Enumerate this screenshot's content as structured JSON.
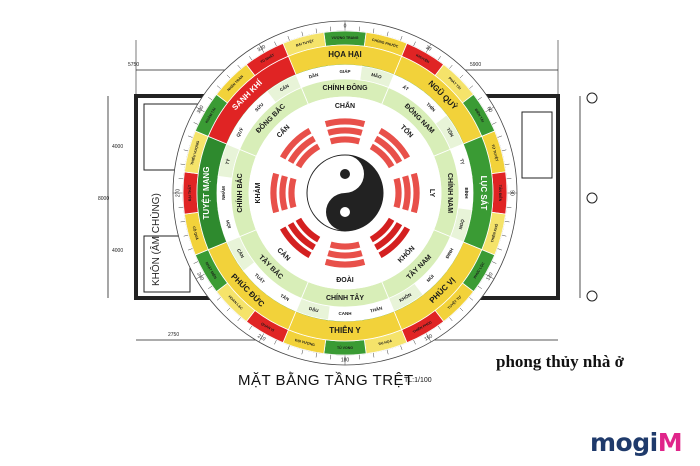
{
  "caption": "MẶT BẰNG TẦNG TRỆT",
  "scale": "TL:1/100",
  "note": "phong thủy nhà ở",
  "side_label": "KHÔN (ÂM CHÙNG)",
  "logo": {
    "text": "mogi",
    "mark": "M"
  },
  "stars": [
    {
      "text": "HỌA HẠI",
      "angle": 360,
      "color": "#f2d23a"
    },
    {
      "text": "NGŨ QUỶ",
      "angle": 45,
      "color": "#f2d23a"
    },
    {
      "text": "LỤC SÁT",
      "angle": 90,
      "color": "#3a9b34"
    },
    {
      "text": "PHÚC VỊ",
      "angle": 135,
      "color": "#f2d23a"
    },
    {
      "text": "THIÊN Y",
      "angle": 180,
      "color": "#f2d23a"
    },
    {
      "text": "PHÚC ĐỨC",
      "angle": 225,
      "color": "#f2d23a"
    },
    {
      "text": "TUYỆT MẠNG",
      "angle": 270,
      "color": "#2e8a2e"
    },
    {
      "text": "SANH KHÍ",
      "angle": 315,
      "color": "#e02424"
    }
  ],
  "directions": [
    {
      "text": "CHÍNH ĐÔNG",
      "angle": 360
    },
    {
      "text": "ĐÔNG NAM",
      "angle": 45
    },
    {
      "text": "CHÍNH NAM",
      "angle": 90
    },
    {
      "text": "TÂY NAM",
      "angle": 135
    },
    {
      "text": "CHÍNH TÂY",
      "angle": 180
    },
    {
      "text": "TÂY BẮC",
      "angle": 225
    },
    {
      "text": "CHÍNH BẮC",
      "angle": 270
    },
    {
      "text": "ĐÔNG BẮC",
      "angle": 315
    }
  ],
  "trigrams": [
    {
      "text": "CHẤN",
      "angle": 360
    },
    {
      "text": "TỐN",
      "angle": 45
    },
    {
      "text": "LY",
      "angle": 90
    },
    {
      "text": "KHÔN",
      "angle": 135
    },
    {
      "text": "ĐOÀI",
      "angle": 180
    },
    {
      "text": "CÀN",
      "angle": 225
    },
    {
      "text": "KHẢM",
      "angle": 270
    },
    {
      "text": "CẤN",
      "angle": 315
    }
  ],
  "branches": [
    "GIÁP",
    "MÃO",
    "ẤT",
    "THÌN",
    "TỐN",
    "TỴ",
    "BÍNH",
    "NGỌ",
    "ĐINH",
    "MÙI",
    "KHÔN",
    "THÂN",
    "CANH",
    "DẬU",
    "TÂN",
    "TUẤT",
    "CÀN",
    "HỢI",
    "NHÂM",
    "TÝ",
    "QUÝ",
    "SỬU",
    "CẤN",
    "DẦN"
  ],
  "ring_labels": [
    "VƯỢNG TRANG",
    "CHỦNG PHƯỚC",
    "KHUYẾN",
    "PHÁT TÀI",
    "ĐIỀN TÀI",
    "TỬ TUYỆT",
    "TẤN ĐIỀN",
    "THIÊN KHỐ",
    "PHÚC LỘC",
    "TUYỆT TỰ",
    "THIÊN PHÚC",
    "TAI HỌA",
    "TỦ VONG",
    "ĐẠI VƯỢNG",
    "QUAN VỊ",
    "HOAN LẠC",
    "NHẬT ĐIỀN",
    "CÔ QUẢ",
    "ĐẠI THẤT",
    "THIẾU VƯỢNG",
    "KHẢM TÀI",
    "NHÂN TRÀN",
    "TỦ NHẬT",
    "BẠI TUYỆT"
  ],
  "degree_labels": [
    "0",
    "30",
    "60",
    "90",
    "120",
    "150",
    "180",
    "210",
    "240",
    "270",
    "300",
    "330"
  ],
  "dimensions": [
    "5750",
    "5900",
    "4000",
    "8000",
    "4000",
    "2750"
  ]
}
